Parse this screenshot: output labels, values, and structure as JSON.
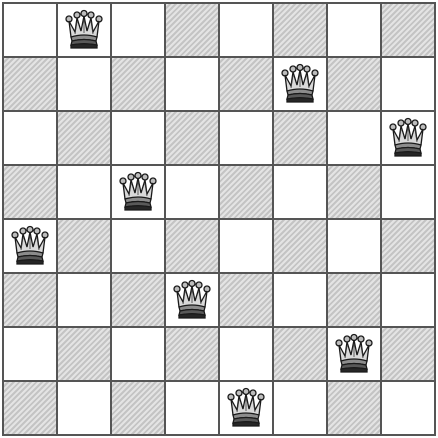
{
  "board": {
    "size": 8,
    "pattern": "checkerboard",
    "light_color": "#ffffff",
    "dark_color": "#d0d0d0",
    "grid_line_color": "#555555",
    "piece_icon": "queen-icon",
    "queens": [
      {
        "row": 0,
        "col": 1
      },
      {
        "row": 1,
        "col": 5
      },
      {
        "row": 2,
        "col": 7
      },
      {
        "row": 3,
        "col": 2
      },
      {
        "row": 4,
        "col": 0
      },
      {
        "row": 5,
        "col": 3
      },
      {
        "row": 6,
        "col": 6
      },
      {
        "row": 7,
        "col": 4
      }
    ]
  }
}
